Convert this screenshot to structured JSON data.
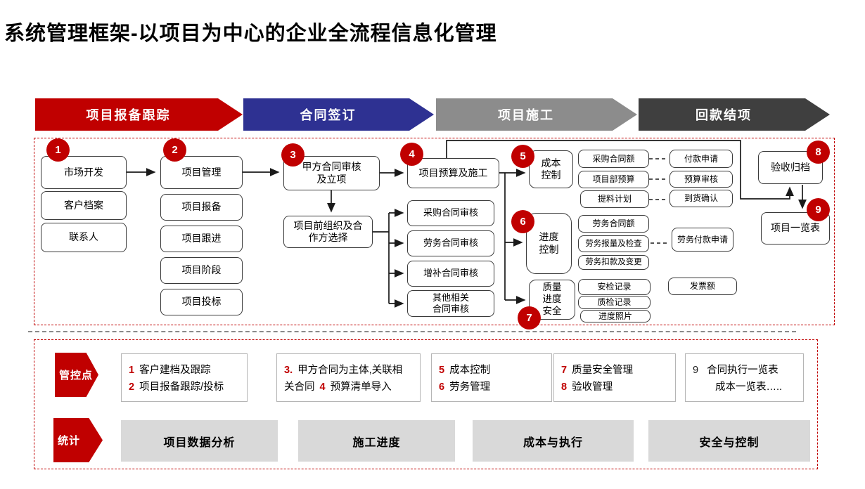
{
  "title": "系统管理框架-以项目为中心的企业全流程信息化管理",
  "colors": {
    "accent_red": "#C00000",
    "phase_navy": "#2E3192",
    "phase_gray": "#8C8C8C",
    "phase_dark": "#3F3F3F",
    "stat_box_gray": "#D9D9D9",
    "line_black": "#1a1a1a",
    "dashed_border_red": "#C00000"
  },
  "phases": [
    {
      "label": "项目报备跟踪",
      "color": "#C00000"
    },
    {
      "label": "合同签订",
      "color": "#2E3192"
    },
    {
      "label": "项目施工",
      "color": "#8C8C8C"
    },
    {
      "label": "回款结项",
      "color": "#3F3F3F"
    }
  ],
  "flow": {
    "badges": [
      "1",
      "2",
      "3",
      "4",
      "5",
      "6",
      "7",
      "8",
      "9"
    ],
    "nodes": {
      "market_dev": "市场开发",
      "customer_file": "客户档案",
      "contact": "联系人",
      "proj_mgmt": "项目管理",
      "proj_report": "项目报备",
      "proj_follow": "项目跟进",
      "proj_stage": "项目阶段",
      "proj_bid": "项目投标",
      "party_a_review": "甲方合同审核\n及立项",
      "pre_org": "项目前组织及合\n作方选择",
      "budget_constr": "项目预算及施工",
      "purchase_review": "采购合同审核",
      "labor_review": "劳务合同审核",
      "supplement_review": "增补合同审核",
      "other_review": "其他相关\n合同审核",
      "cost_ctrl": "成本\n控制",
      "progress_ctrl": "进度\n控制",
      "quality_safety": "质量\n进度\n安全",
      "purchase_amt": "采购合同额",
      "dept_budget": "项目部预算",
      "material_plan": "提料计划",
      "labor_amt": "劳务合同额",
      "labor_report_check": "劳务报量及检查",
      "labor_deduct_change": "劳务扣款及变更",
      "safety_record": "安检记录",
      "quality_record": "质检记录",
      "progress_photo": "进度照片",
      "payment_request": "付款申请",
      "budget_review": "预算审核",
      "arrival_confirm": "到货确认",
      "labor_payment_request": "劳务付款申请",
      "invoice_amt": "发票额",
      "acceptance_archive": "验收归档",
      "project_list": "项目一览表"
    }
  },
  "panel": {
    "control": {
      "label": "管控点",
      "boxes": [
        {
          "n1": "1",
          "t1": "客户建档及跟踪",
          "n2": "2",
          "t2": "项目报备跟踪/投标"
        },
        {
          "n1": "3.",
          "t1": "甲方合同为主体,关联相",
          "pre2": "关合同",
          "n2": "4",
          "t2": "预算清单导入"
        },
        {
          "n1": "5",
          "t1": "成本控制",
          "n2": "6",
          "t2": "劳务管理"
        },
        {
          "n1": "7",
          "t1": "质量安全管理",
          "n2": "8",
          "t2": "验收管理"
        },
        {
          "n1": "9",
          "t1": "合同执行一览表",
          "t2": "成本一览表….."
        }
      ]
    },
    "stats": {
      "label": "统计",
      "items": [
        "项目数据分析",
        "施工进度",
        "成本与执行",
        "安全与控制"
      ]
    }
  }
}
